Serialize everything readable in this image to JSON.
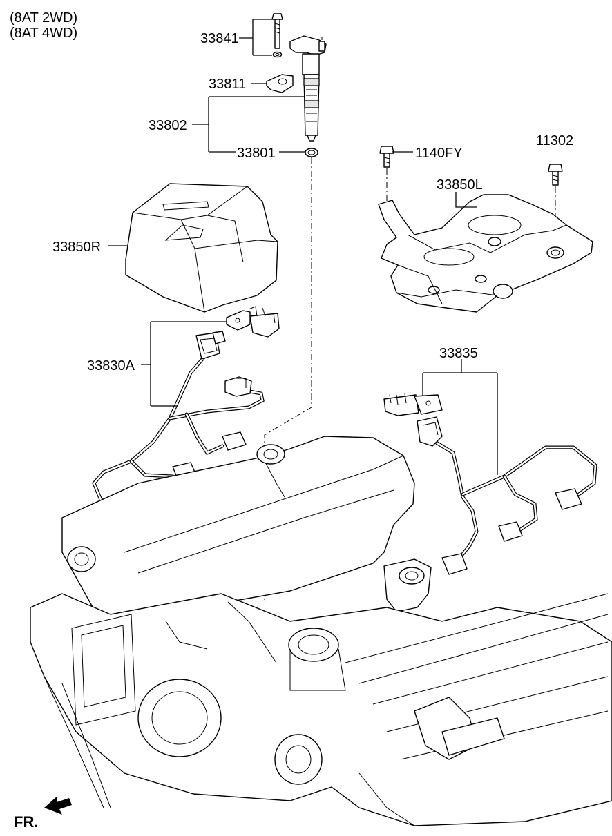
{
  "header": {
    "variant_1": "(8AT 2WD)",
    "variant_2": "(8AT 4WD)"
  },
  "callouts": {
    "c33841": "33841",
    "c33811": "33811",
    "c33802": "33802",
    "c33801": "33801",
    "c1140FY": "1140FY",
    "c11302": "11302",
    "c33850L": "33850L",
    "c33850R": "33850R",
    "c33830A": "33830A",
    "c33835": "33835"
  },
  "footer": {
    "front_label": "FR."
  }
}
